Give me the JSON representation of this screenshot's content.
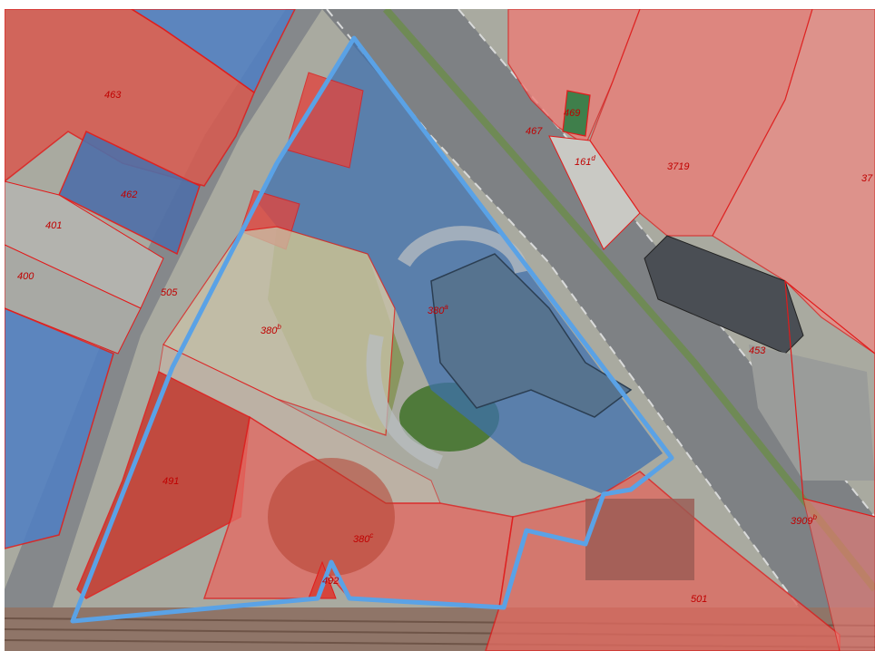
{
  "map": {
    "colors": {
      "parcel_red": "#e21a1a",
      "parcel_red_fill": "#ff6b6b",
      "parcel_blue_fill": "#4f7fc4",
      "highlight_outline": "#5aa2e6",
      "label_color": "#c00000",
      "road": "#8a8d90",
      "railway": "#8f7568"
    },
    "parcel_labels": [
      {
        "id": "463",
        "text": "463",
        "sup": ""
      },
      {
        "id": "462",
        "text": "462",
        "sup": ""
      },
      {
        "id": "401",
        "text": "401",
        "sup": ""
      },
      {
        "id": "400",
        "text": "400",
        "sup": ""
      },
      {
        "id": "505",
        "text": "505",
        "sup": ""
      },
      {
        "id": "380b",
        "text": "380",
        "sup": "b"
      },
      {
        "id": "380a",
        "text": "380",
        "sup": "a"
      },
      {
        "id": "491",
        "text": "491",
        "sup": ""
      },
      {
        "id": "380c",
        "text": "380",
        "sup": "c"
      },
      {
        "id": "492",
        "text": "492",
        "sup": ""
      },
      {
        "id": "467",
        "text": "467",
        "sup": ""
      },
      {
        "id": "469",
        "text": "469",
        "sup": ""
      },
      {
        "id": "161d",
        "text": "161",
        "sup": "d"
      },
      {
        "id": "3719",
        "text": "3719",
        "sup": ""
      },
      {
        "id": "37",
        "text": "37",
        "sup": ""
      },
      {
        "id": "453",
        "text": "453",
        "sup": ""
      },
      {
        "id": "3909b",
        "text": "3909",
        "sup": "b"
      },
      {
        "id": "501",
        "text": "501",
        "sup": ""
      }
    ]
  }
}
